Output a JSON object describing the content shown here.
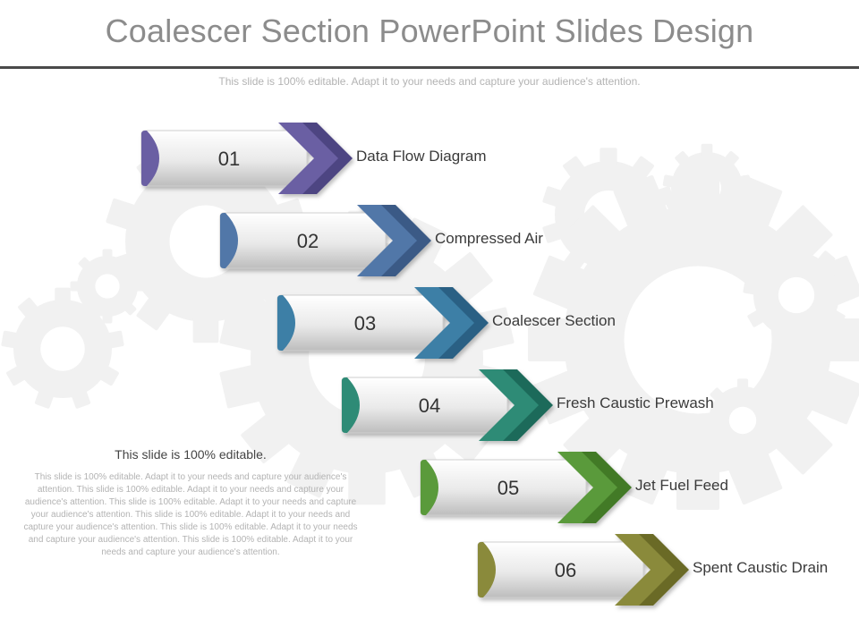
{
  "title": "Coalescer Section PowerPoint Slides Design",
  "subtitle": "This slide is 100% editable. Adapt it to your needs and capture your audience's attention.",
  "steps": [
    {
      "number": "01",
      "label": "Data Flow Diagram",
      "color": "#6a5fa3",
      "dark": "#4e4482"
    },
    {
      "number": "02",
      "label": "Compressed Air",
      "color": "#5177a8",
      "dark": "#3a5a86"
    },
    {
      "number": "03",
      "label": "Coalescer Section",
      "color": "#3d7fa6",
      "dark": "#2b6184"
    },
    {
      "number": "04",
      "label": "Fresh Caustic Prewash",
      "color": "#2e8b76",
      "dark": "#1f6b5a"
    },
    {
      "number": "05",
      "label": "Jet Fuel Feed",
      "color": "#5a9a3a",
      "dark": "#437a28"
    },
    {
      "number": "06",
      "label": "Spent Caustic Drain",
      "color": "#8a8a3a",
      "dark": "#6b6b26"
    }
  ],
  "sidebar": {
    "heading": "This slide is 100% editable.",
    "body": "This slide is 100% editable. Adapt it to your needs and capture your audience's attention. This slide is 100% editable. Adapt it to your needs and capture your audience's attention. This slide is 100% editable. Adapt it to your needs and capture your audience's attention. This slide is 100% editable. Adapt it to your needs and capture your audience's attention. This slide is 100% editable. Adapt it to your needs and capture your audience's attention. This slide is 100% editable. Adapt it to your needs and capture your audience's attention."
  },
  "background_icon": "gears-watermark-icon"
}
